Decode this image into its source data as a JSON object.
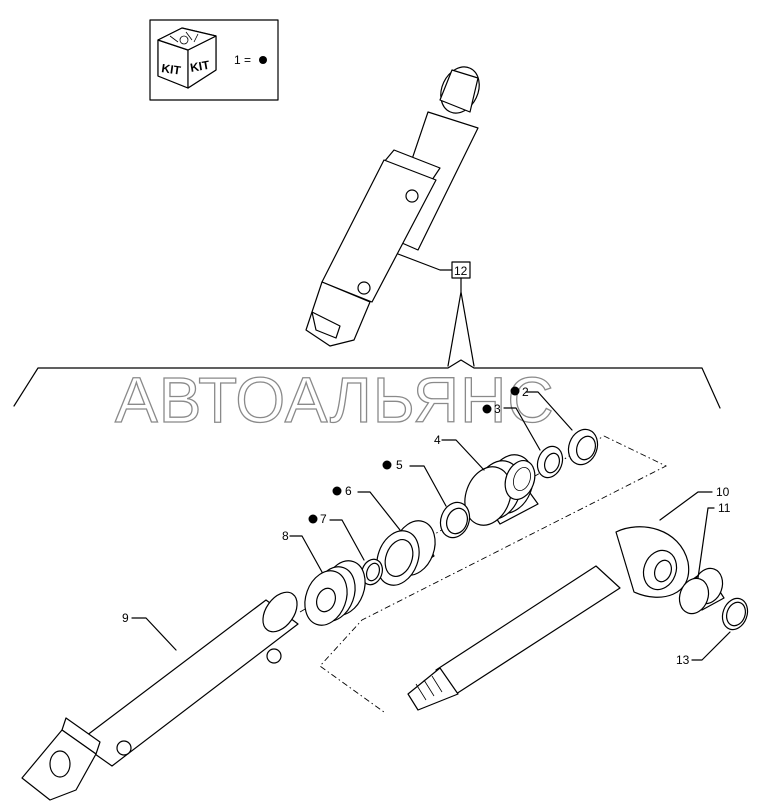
{
  "kit_legend": {
    "badge_left": "KIT",
    "badge_right": "KIT",
    "legend_text": "1 ="
  },
  "assembly_ref": "12",
  "watermark": "АВТОАЛЬЯНС",
  "callouts": [
    {
      "id": "2",
      "label": "2",
      "kit": true
    },
    {
      "id": "3",
      "label": "3",
      "kit": true
    },
    {
      "id": "4",
      "label": "4",
      "kit": false
    },
    {
      "id": "5",
      "label": "5",
      "kit": true
    },
    {
      "id": "6",
      "label": "6",
      "kit": true
    },
    {
      "id": "7",
      "label": "7",
      "kit": true
    },
    {
      "id": "8",
      "label": "8",
      "kit": false
    },
    {
      "id": "9",
      "label": "9",
      "kit": false
    },
    {
      "id": "10",
      "label": "10",
      "kit": false
    },
    {
      "id": "11",
      "label": "11",
      "kit": false
    },
    {
      "id": "13",
      "label": "13",
      "kit": false
    }
  ]
}
